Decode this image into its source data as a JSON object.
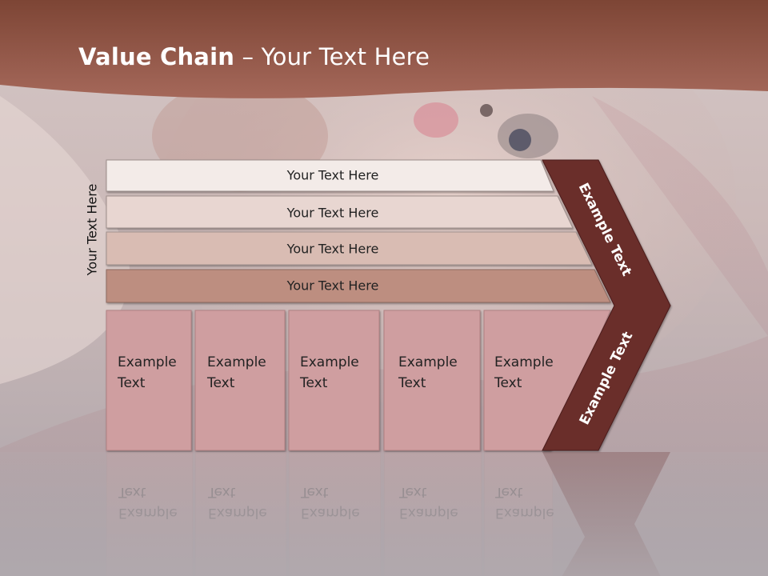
{
  "title": {
    "bold": "Value Chain",
    "rest": " – Your Text Here"
  },
  "side_label": "Your Text Here",
  "rows": [
    {
      "label": "Your Text Here",
      "color": "#f3ebe8"
    },
    {
      "label": "Your Text Here",
      "color": "#e8d6d1"
    },
    {
      "label": "Your Text Here",
      "color": "#d9bcb3"
    },
    {
      "label": "Your Text Here",
      "color": "#bd8e80"
    }
  ],
  "boxes": [
    {
      "line1": "Example",
      "line2": "Text"
    },
    {
      "line1": "Example",
      "line2": "Text"
    },
    {
      "line1": "Example",
      "line2": "Text"
    },
    {
      "line1": "Example",
      "line2": "Text"
    },
    {
      "line1": "Example",
      "line2": "Text"
    }
  ],
  "chevron": {
    "upper": "Example Text",
    "lower": "Example Text",
    "color": "#6b2d2b"
  },
  "colors": {
    "header": "#9a5a48",
    "box_fill": "#cf9ea0",
    "box_border": "#b08082"
  }
}
